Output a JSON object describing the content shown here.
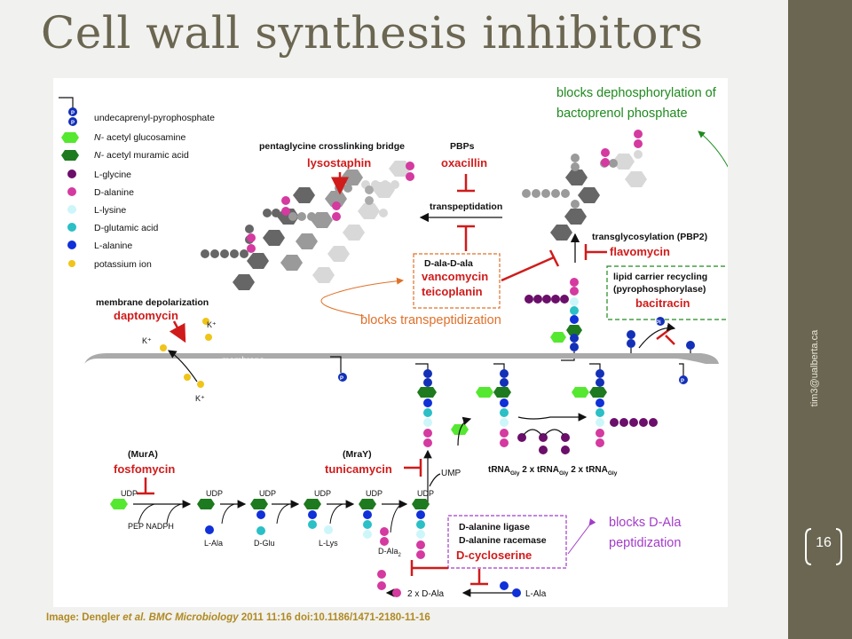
{
  "slide": {
    "title": "Cell wall synthesis inhibitors",
    "side_text": "tim3@ualberta.ca",
    "page_number": "16",
    "colors": {
      "title": "#6b6651",
      "sidebar": "#6b6651",
      "green": "#1f8a1f",
      "orange": "#e0702a",
      "purple": "#a23cc9",
      "drug_red": "#d01b1b"
    }
  },
  "caption": {
    "prefix": "Image: Dengler ",
    "authors_italic": "et al. BMC Microbiology",
    "suffix": " 2011 11:16   doi:10.1186/1471-2180-11-16"
  },
  "annotations": {
    "dephos_line1": "blocks dephosphorylation of",
    "dephos_line2": "bactoprenol phosphate",
    "transpeptidization": "blocks transpeptidization",
    "dala_line1": "blocks D-Ala",
    "dala_line2": "peptidization"
  },
  "legend": [
    {
      "label": "undecaprenyl-pyrophosphate",
      "italic_prefix": "",
      "icon": "pyrophosphate-icon",
      "color": "#1330b8"
    },
    {
      "label": " acetyl glucosamine",
      "italic_prefix": "N-",
      "icon": "glcnac-hexagon-icon",
      "color": "#55e830"
    },
    {
      "label": " acetyl muramic acid",
      "italic_prefix": "N-",
      "icon": "murnac-hexagon-icon",
      "color": "#1e7a1e"
    },
    {
      "label": "L-glycine",
      "italic_prefix": "",
      "icon": "glycine-circle-icon",
      "color": "#6b0f6b"
    },
    {
      "label": "D-alanine",
      "italic_prefix": "",
      "icon": "d-alanine-circle-icon",
      "color": "#d43aa0"
    },
    {
      "label": "L-lysine",
      "italic_prefix": "",
      "icon": "lysine-circle-icon",
      "color": "#cdf6fa"
    },
    {
      "label": "D-glutamic acid",
      "italic_prefix": "",
      "icon": "glutamate-circle-icon",
      "color": "#2bbfc6"
    },
    {
      "label": "L-alanine",
      "italic_prefix": "",
      "icon": "l-alanine-circle-icon",
      "color": "#1030d8"
    },
    {
      "label": "potassium ion",
      "italic_prefix": "",
      "icon": "potassium-circle-icon",
      "color": "#f0c418"
    }
  ],
  "diagram": {
    "membrane": "membrane",
    "pentaglycine": "pentaglycine crosslinking bridge",
    "lysostaphin": "lysostaphin",
    "pbps": "PBPs",
    "oxacillin": "oxacillin",
    "transpeptidation": "transpeptidation",
    "dala_dala": "D-ala-D-ala",
    "vancomycin": "vancomycin",
    "teicoplanin": "teicoplanin",
    "transglycosylation": "transglycosylation (PBP2)",
    "flavomycin": "flavomycin",
    "lipid_carrier_1": "lipid carrier recycling",
    "lipid_carrier_2": "(pyrophosphorylase)",
    "bacitracin": "bacitracin",
    "membrane_depol": "membrane depolarization",
    "daptomycin": "daptomycin",
    "k_ion": "K⁺",
    "p": "P",
    "pi": "Pi",
    "mura": "(MurA)",
    "fosfomycin": "fosfomycin",
    "mray": "(MraY)",
    "tunicamycin": "tunicamycin",
    "udp": "UDP",
    "ump": "UMP",
    "pep_nadph": "PEP NADPH",
    "l_ala": "L-Ala",
    "d_glu": "D-Glu",
    "l_lys": "L-Lys",
    "d_ala2": "D-Ala",
    "d_ala2_sub": "2",
    "two_x_dala": "2 x D-Ala",
    "trna_1": "tRNA",
    "trna_sub": "Gly",
    "trna_2": " 2 x tRNA",
    "trna_3": " 2 x tRNA",
    "d_ala_ligase": "D-alanine ligase",
    "d_ala_racemase": "D-alanine racemase",
    "d_cycloserine": "D-cycloserine"
  }
}
